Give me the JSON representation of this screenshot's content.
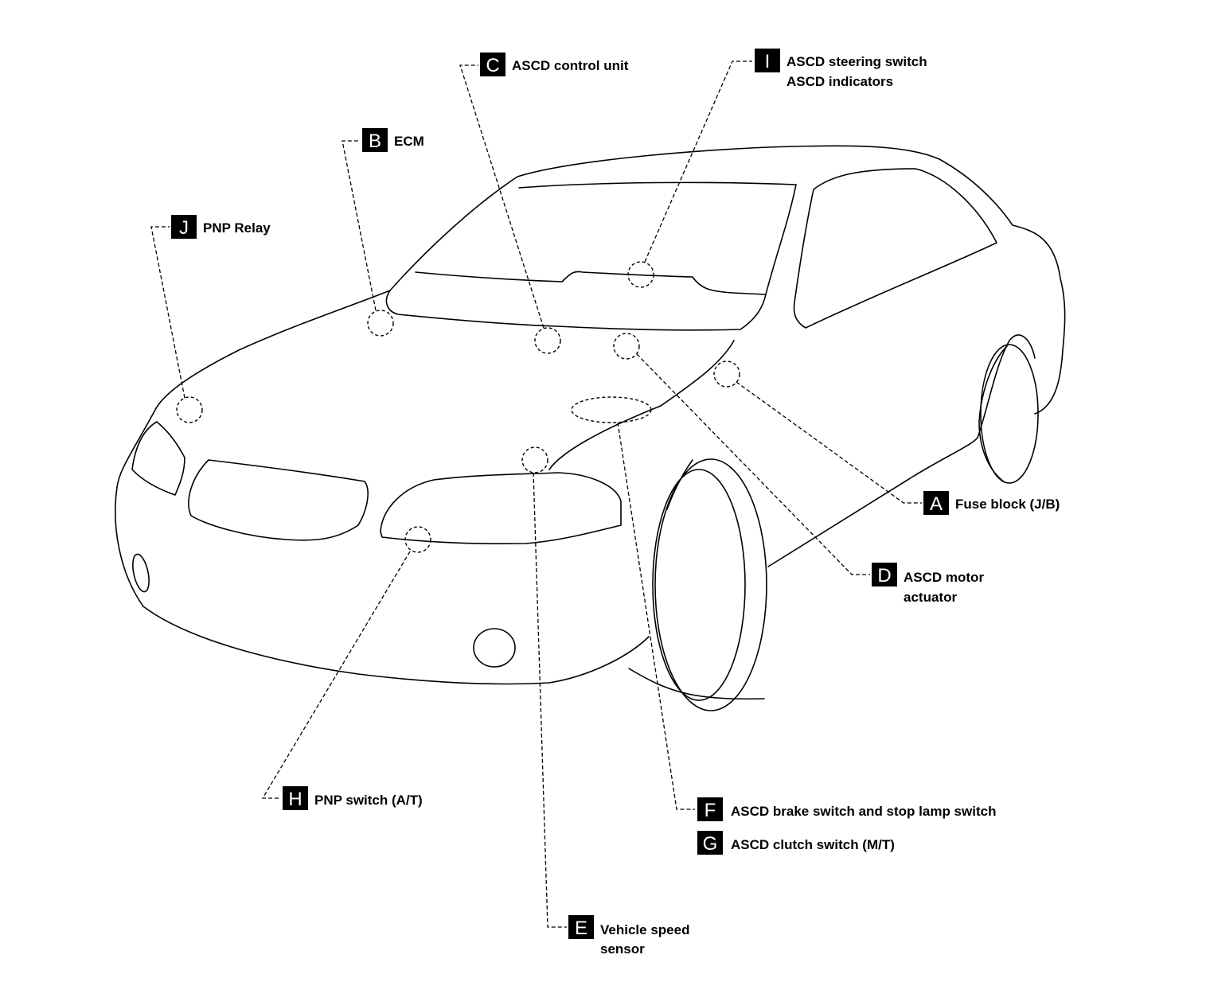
{
  "components": [
    {
      "id": "A",
      "letter": "A",
      "lines": [
        "Fuse block (J/B)"
      ]
    },
    {
      "id": "B",
      "letter": "B",
      "lines": [
        "ECM"
      ]
    },
    {
      "id": "C",
      "letter": "C",
      "lines": [
        "ASCD control unit"
      ]
    },
    {
      "id": "D",
      "letter": "D",
      "lines": [
        "ASCD motor",
        "actuator"
      ]
    },
    {
      "id": "E",
      "letter": "E",
      "lines": [
        "Vehicle speed",
        "sensor"
      ]
    },
    {
      "id": "F",
      "letter": "F",
      "lines": [
        "ASCD brake switch and stop lamp switch"
      ]
    },
    {
      "id": "G",
      "letter": "G",
      "lines": [
        "ASCD clutch switch (M/T)"
      ]
    },
    {
      "id": "H",
      "letter": "H",
      "lines": [
        "PNP switch (A/T)"
      ]
    },
    {
      "id": "I",
      "letter": "I",
      "lines": [
        "ASCD steering switch",
        "ASCD indicators"
      ]
    },
    {
      "id": "J",
      "letter": "J",
      "lines": [
        "PNP Relay"
      ]
    }
  ]
}
